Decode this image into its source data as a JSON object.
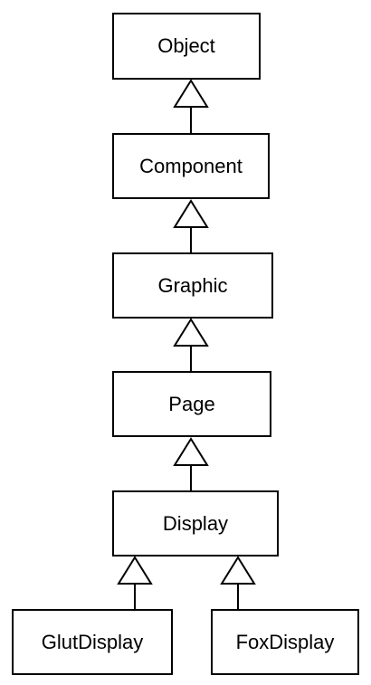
{
  "diagram": {
    "classes": {
      "object": "Object",
      "component": "Component",
      "graphic": "Graphic",
      "page": "Page",
      "display": "Display",
      "glutdisplay": "GlutDisplay",
      "foxdisplay": "FoxDisplay"
    },
    "inheritance": [
      {
        "child": "Component",
        "parent": "Object"
      },
      {
        "child": "Graphic",
        "parent": "Component"
      },
      {
        "child": "Page",
        "parent": "Graphic"
      },
      {
        "child": "Display",
        "parent": "Page"
      },
      {
        "child": "GlutDisplay",
        "parent": "Display"
      },
      {
        "child": "FoxDisplay",
        "parent": "Display"
      }
    ],
    "colors": {
      "stroke": "#000000",
      "fill": "#ffffff"
    }
  }
}
